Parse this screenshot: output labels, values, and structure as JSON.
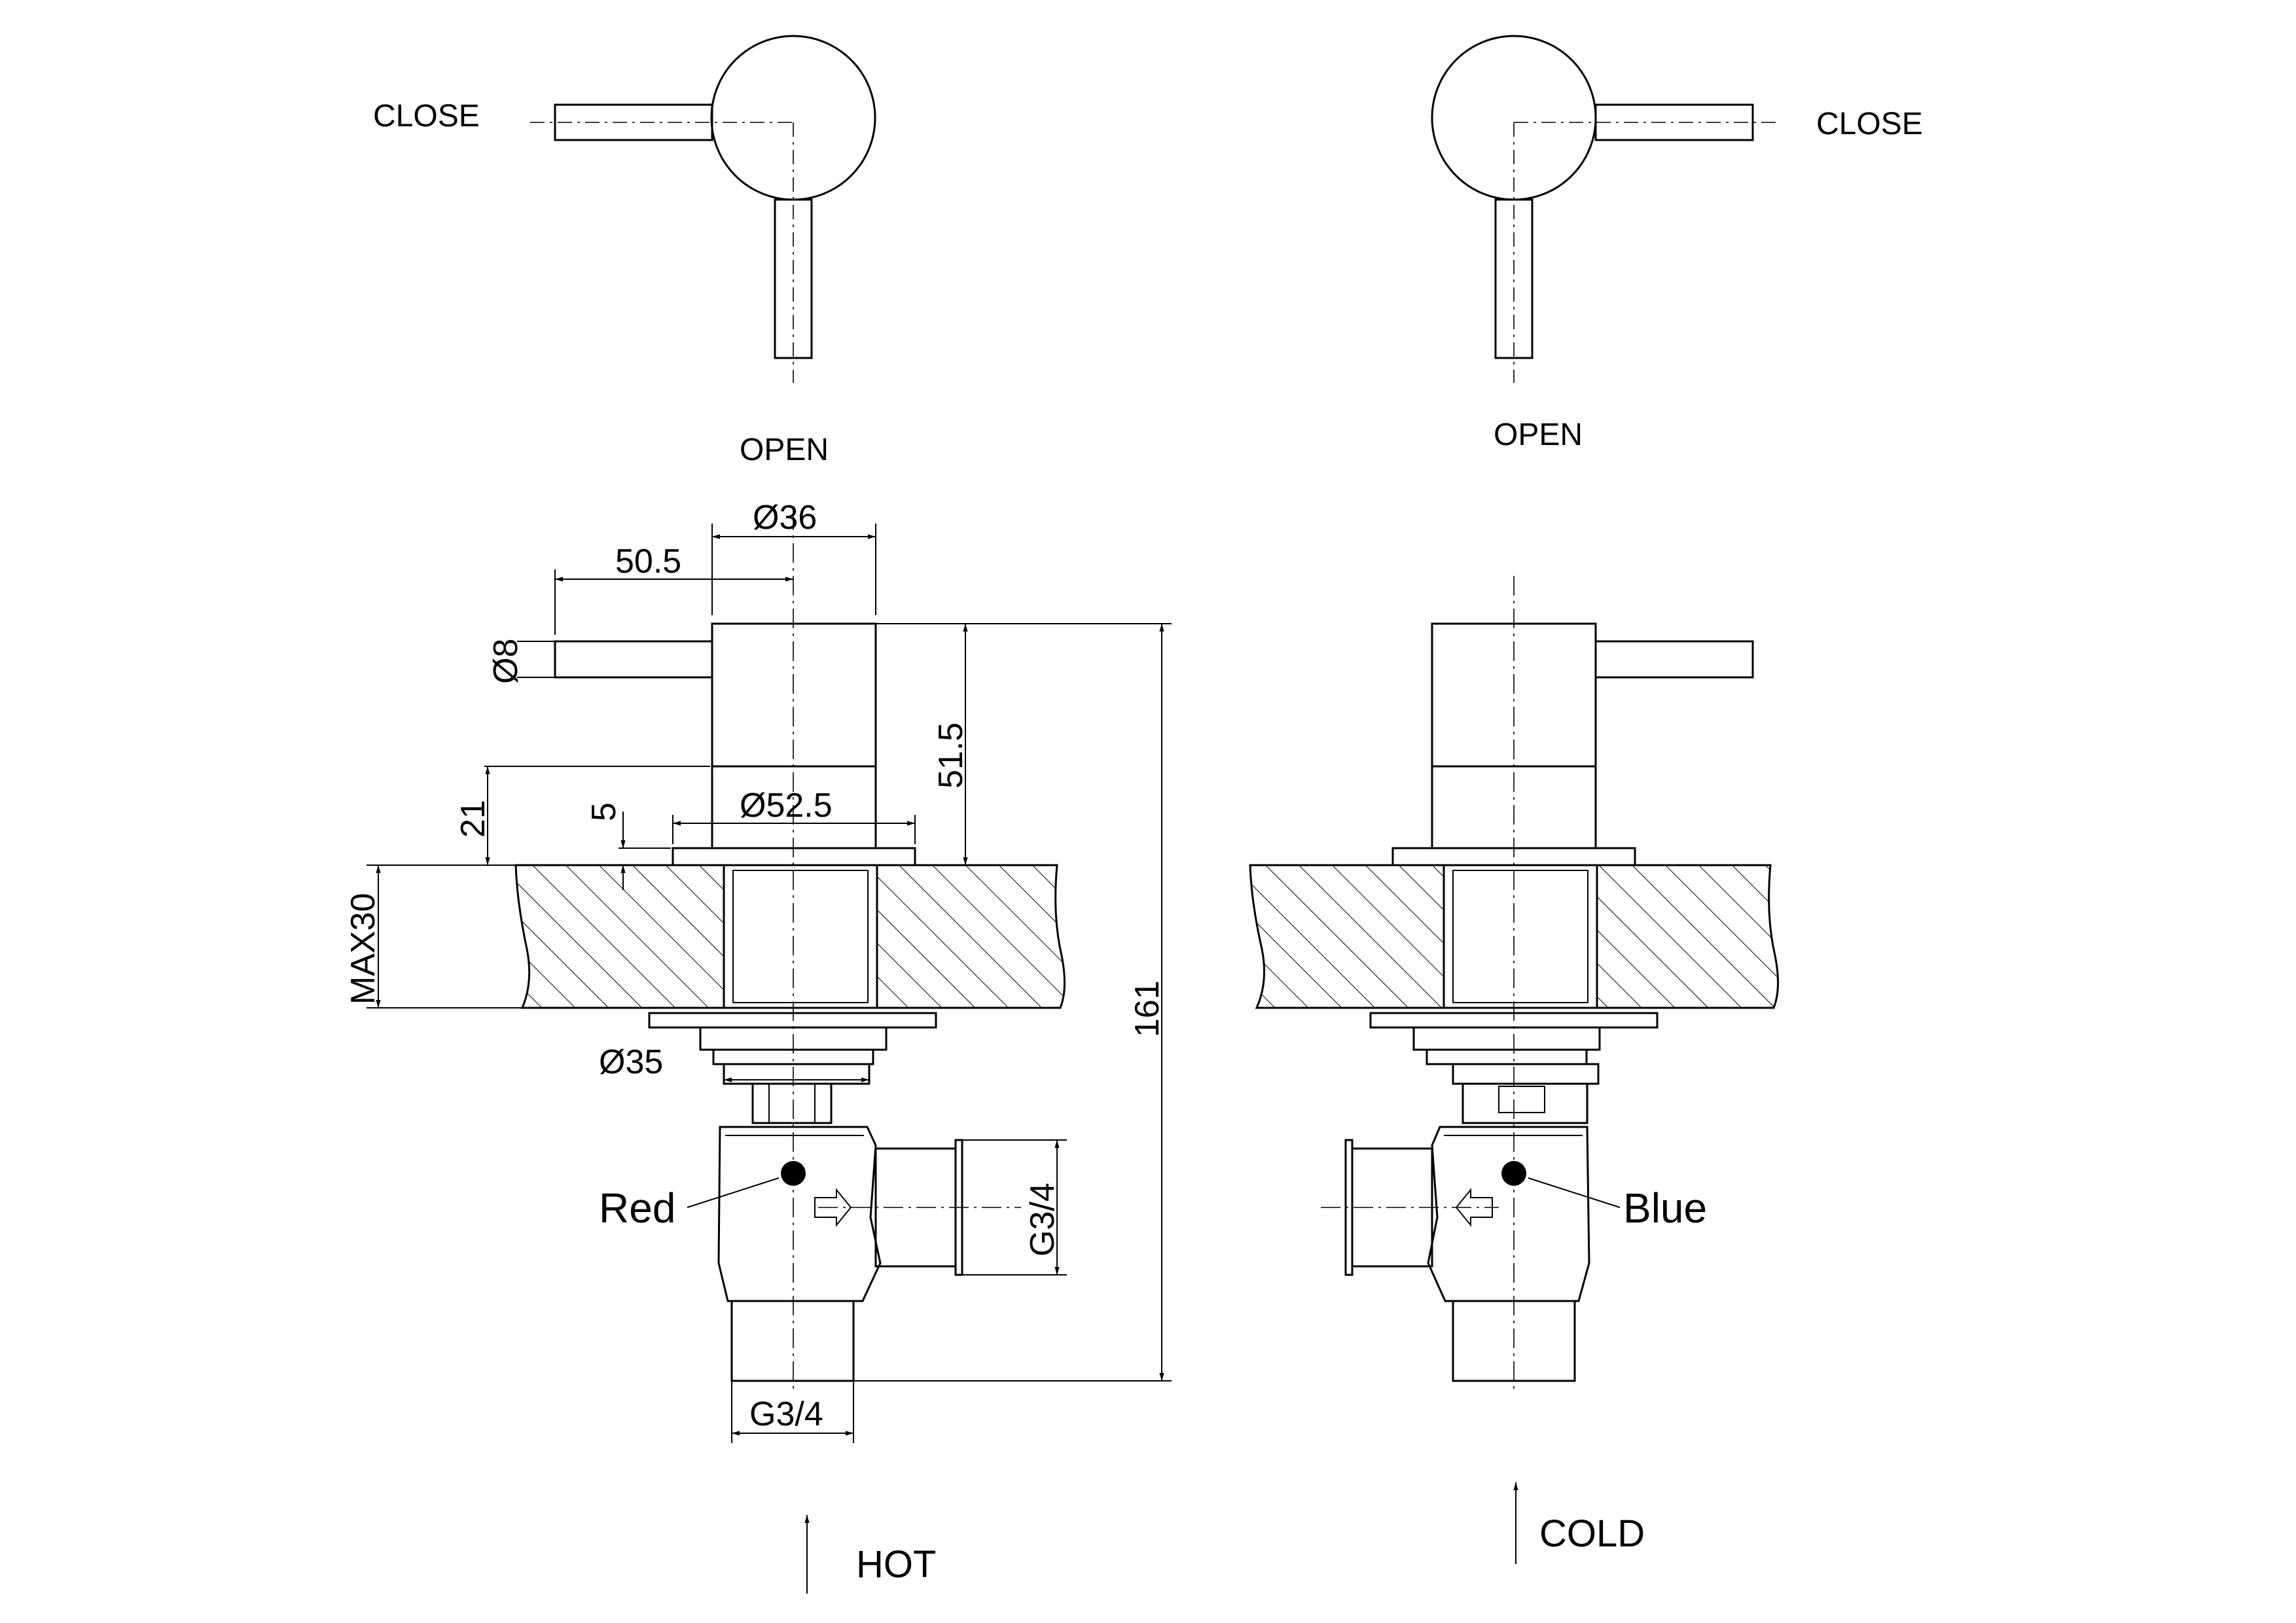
{
  "hot_handle_view": {
    "close_label": "CLOSE",
    "open_label": "OPEN"
  },
  "cold_handle_view": {
    "close_label": "CLOSE",
    "open_label": "OPEN"
  },
  "dimensions": {
    "body_diameter": "Ø36",
    "lever_length": "50.5",
    "lever_diameter": "Ø8",
    "body_height": "51.5",
    "flange_diameter": "Ø52.5",
    "flange_thickness": "5",
    "collar_height": "21",
    "max_mount_thickness": "MAX30",
    "total_height": "161",
    "nut_diameter": "Ø35",
    "side_thread": "G3/4",
    "bottom_thread": "G3/4"
  },
  "markers": {
    "hot_color": "Red",
    "cold_color": "Blue"
  },
  "supply": {
    "hot_label": "HOT",
    "cold_label": "COLD"
  }
}
